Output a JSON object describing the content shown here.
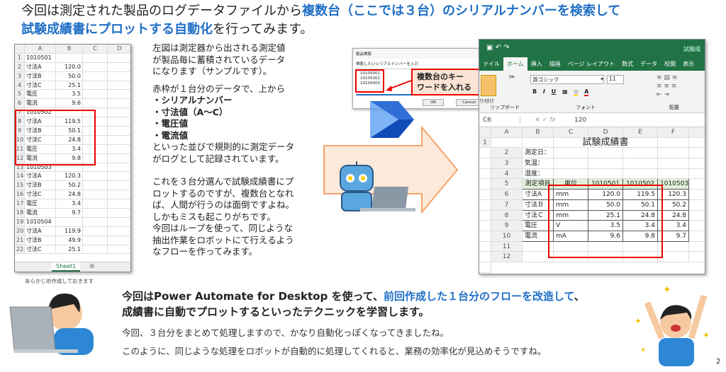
{
  "heading": {
    "line1_plain": "今回は測定された製品のログデータファイルから",
    "line1_blue": "複数台（ここでは３台）のシリアルナンバーを検索して",
    "line2_blue": "試験成績書にプロットする自動化",
    "line2_plain": "を行ってみます。"
  },
  "log_sheet": {
    "columns": [
      "A",
      "B",
      "C",
      "D"
    ],
    "rows": [
      [
        "1010501",
        ""
      ],
      [
        "寸法A",
        "120.0"
      ],
      [
        "寸法B",
        "50.0"
      ],
      [
        "寸法C",
        "25.1"
      ],
      [
        "電圧",
        "3.5"
      ],
      [
        "電流",
        "9.6"
      ],
      [
        "1010502",
        ""
      ],
      [
        "寸法A",
        "119.5"
      ],
      [
        "寸法B",
        "50.1"
      ],
      [
        "寸法C",
        "24.8"
      ],
      [
        "電圧",
        "3.4"
      ],
      [
        "電流",
        "9.8"
      ],
      [
        "1010503",
        ""
      ],
      [
        "寸法A",
        "120.3"
      ],
      [
        "寸法B",
        "50.2"
      ],
      [
        "寸法C",
        "24.8"
      ],
      [
        "電圧",
        "3.4"
      ],
      [
        "電流",
        "9.7"
      ],
      [
        "1010504",
        ""
      ],
      [
        "寸法A",
        "119.9"
      ],
      [
        "寸法B",
        "49.9"
      ],
      [
        "寸法C",
        "25.1"
      ]
    ],
    "sheet_tab": "Sheet1",
    "caption": "あらかじめ作成しておきます"
  },
  "explain": {
    "p1": [
      "左図は測定器から出される測定値",
      "が製品毎に蓄積されているデータ",
      "になります（サンプルです）。"
    ],
    "p2": "赤枠が１台分のデータで、上から",
    "bullets": [
      "・シリアルナンバー",
      "・寸法値（A〜C）",
      "・電圧値",
      "・電流値"
    ],
    "p3": [
      "といった並びで規則的に測定データ",
      "がログとして記録されています。"
    ],
    "p4": [
      "これを３台分選んで試験成績書にプ",
      "ロットするのですが、複数台となれ",
      "ば、人間が行うのは面倒ですよね。",
      "しかもミスも起こりがちです。",
      "今回はループを使って、同じような",
      "抽出作業をロボットにて行えるよう",
      "なフローを作ってみます。"
    ]
  },
  "dialog": {
    "title": "製品検索",
    "prompt": "検索したいシリアルナンバーを入力",
    "values": [
      "10105001",
      "10105002",
      "10105003"
    ],
    "ok": "OK",
    "cancel": "Cancel",
    "callout": [
      "複数台のキー",
      "ワードを入れる"
    ]
  },
  "report": {
    "tabs": [
      "ァイル",
      "ホーム",
      "挿入",
      "描画",
      "ページ レイアウト",
      "数式",
      "データ",
      "校閲",
      "表示"
    ],
    "font_name": "游ゴシック",
    "font_size": "11",
    "groups": [
      "リップボード",
      "フォント",
      "配置"
    ],
    "paste": "り付け",
    "cell_ref": "C6",
    "formula": "120",
    "title_bar": "試験成",
    "columns": [
      "A",
      "B",
      "C",
      "D",
      "E",
      "F"
    ],
    "sheet_title": "試験成績書",
    "info": [
      "測定日：",
      "気温：",
      "湿度："
    ],
    "header": [
      "測定項目",
      "単位",
      "1010501",
      "1010502",
      "1010503"
    ],
    "rows": [
      [
        "寸法A",
        "ｍｍ",
        "120.0",
        "119.5",
        "120.3"
      ],
      [
        "寸法Ｂ",
        "ｍｍ",
        "50.0",
        "50.1",
        "50.2"
      ],
      [
        "寸法Ｃ",
        "ｍｍ",
        "25.1",
        "24.8",
        "24.8"
      ],
      [
        "電圧",
        "V",
        "3.5",
        "3.4",
        "3.4"
      ],
      [
        "電流",
        "mA",
        "9.6",
        "9.8",
        "9.7"
      ]
    ]
  },
  "summary": {
    "l1_a": "今回はPower Automate for Desktop を使って、",
    "l1_blue": "前回作成した１台分のフローを改造して",
    "l1_b": "、",
    "l2": "成績書に自動でプロットするといったテクニックを学習します。",
    "n1": "今回、３台分をまとめて処理しますので、かなり自動化っぽくなってきましたね。",
    "n2": "このように、同じような処理をロボットが自動的に処理してくれると、業務の効率化が見込めそうですね。"
  },
  "page_number": "2"
}
